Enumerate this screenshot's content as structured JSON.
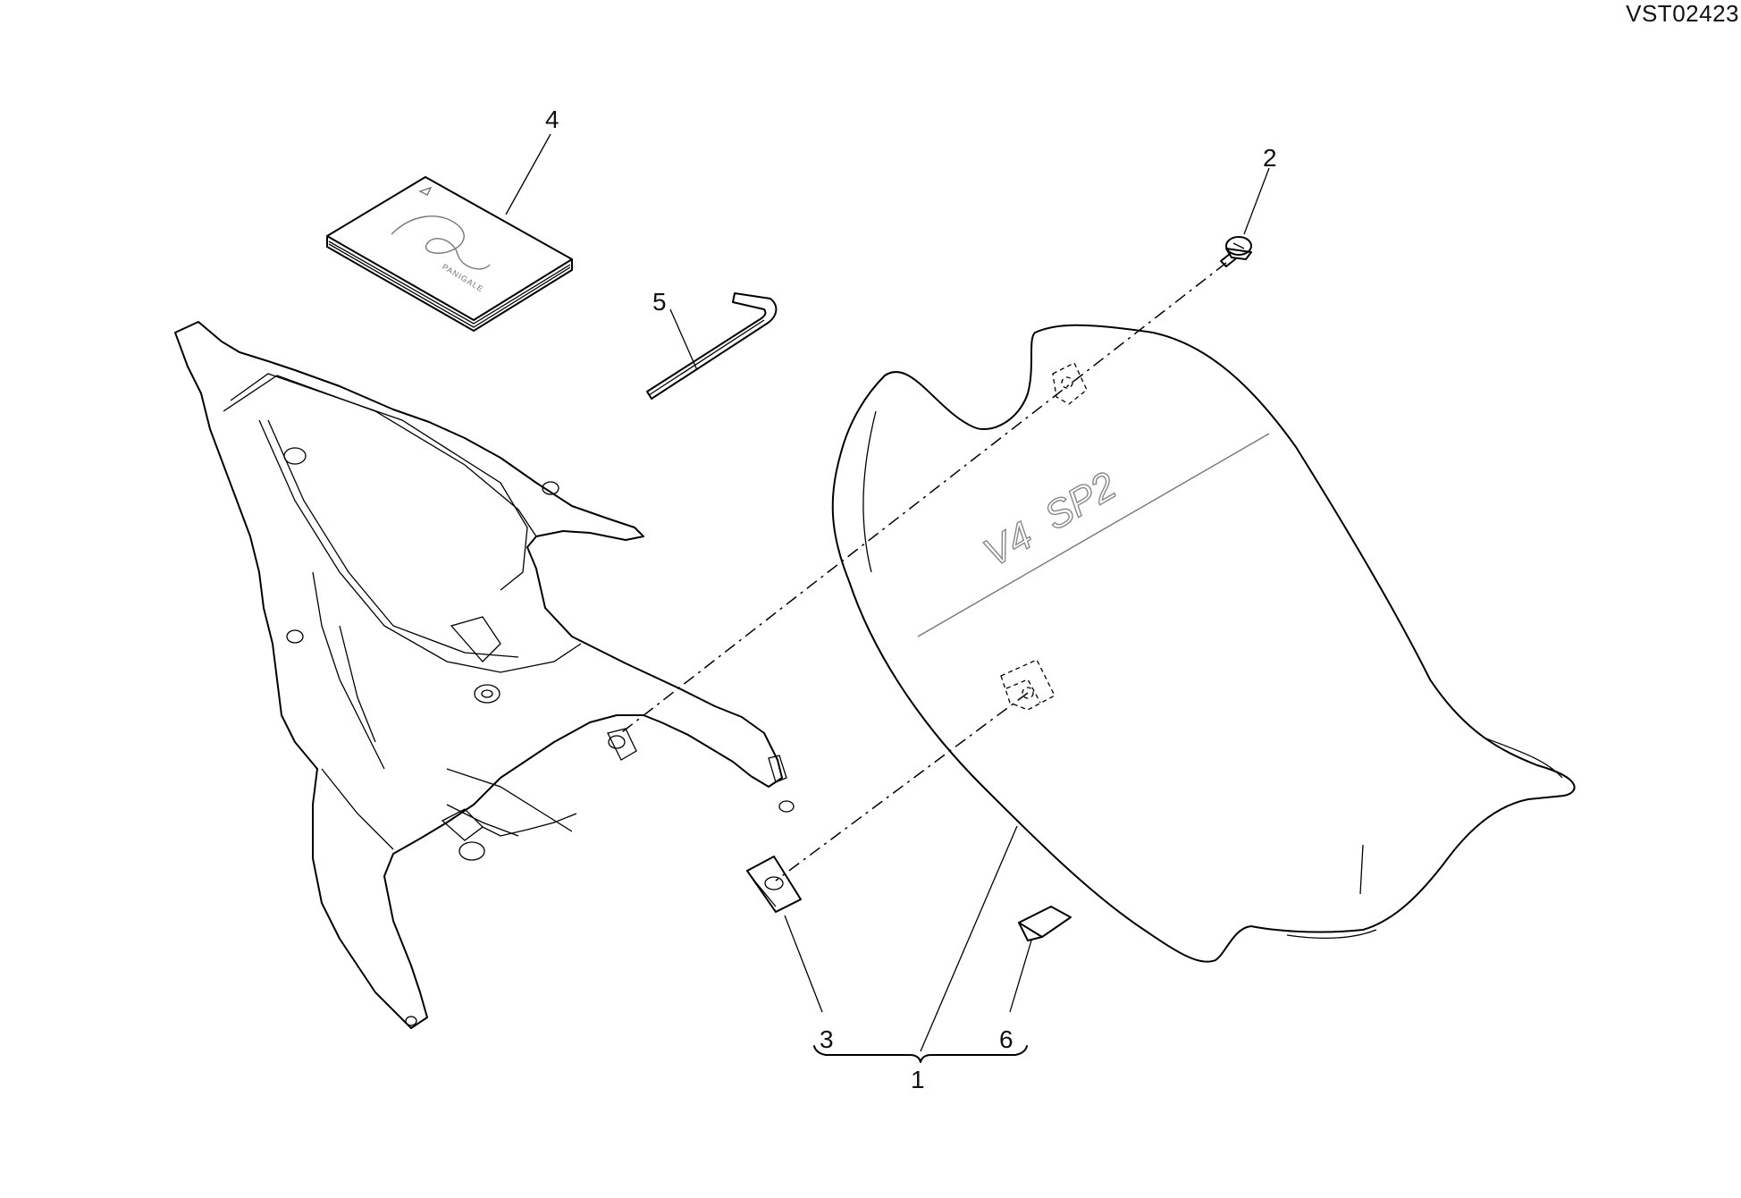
{
  "header": {
    "drawing_code": "VST02423"
  },
  "callouts": [
    "1",
    "2",
    "3",
    "4",
    "5",
    "6"
  ],
  "seat_logo": {
    "prefix": "V4",
    "suffix": "SP2"
  },
  "manual_cover_text": "PANIGALE"
}
